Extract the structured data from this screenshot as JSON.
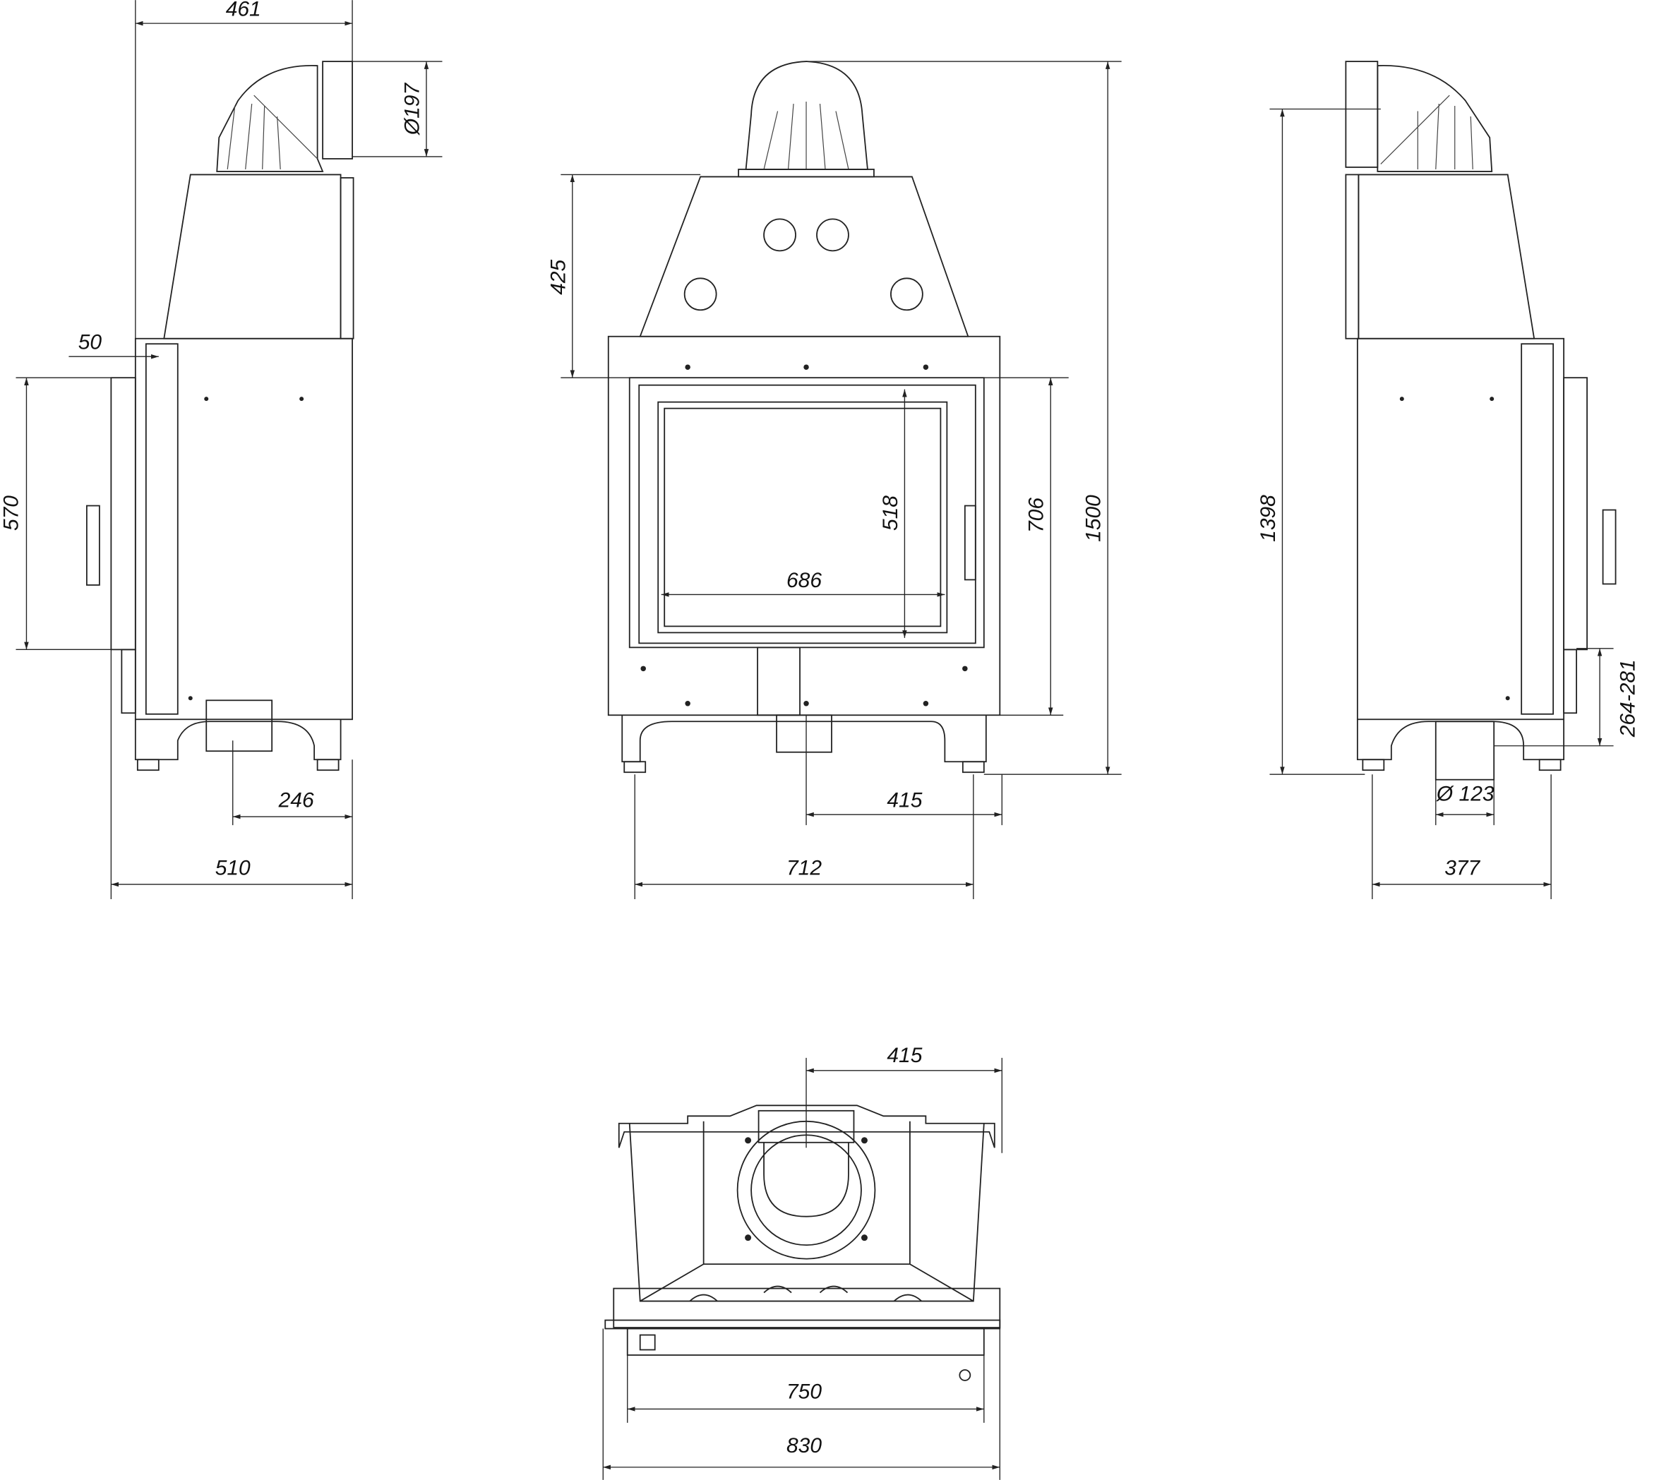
{
  "side_view_left": {
    "dims": {
      "depth_top": "461",
      "flue_diameter": "Ø197",
      "door_offset": "50",
      "door_height": "570",
      "outlet_offset": "246",
      "depth_total": "510"
    }
  },
  "front_view": {
    "dims": {
      "hood_height": "425",
      "total_height": "1500",
      "opening_height": "706",
      "glass_height": "518",
      "glass_width": "686",
      "center_offset": "415",
      "width": "712"
    }
  },
  "side_view_right": {
    "dims": {
      "flue_height": "1398",
      "air_inlet_height": "264-281",
      "air_inlet_diameter": "Ø 123",
      "depth": "377"
    }
  },
  "top_view": {
    "dims": {
      "center_offset": "415",
      "inner_width": "750",
      "total_width": "830"
    }
  }
}
